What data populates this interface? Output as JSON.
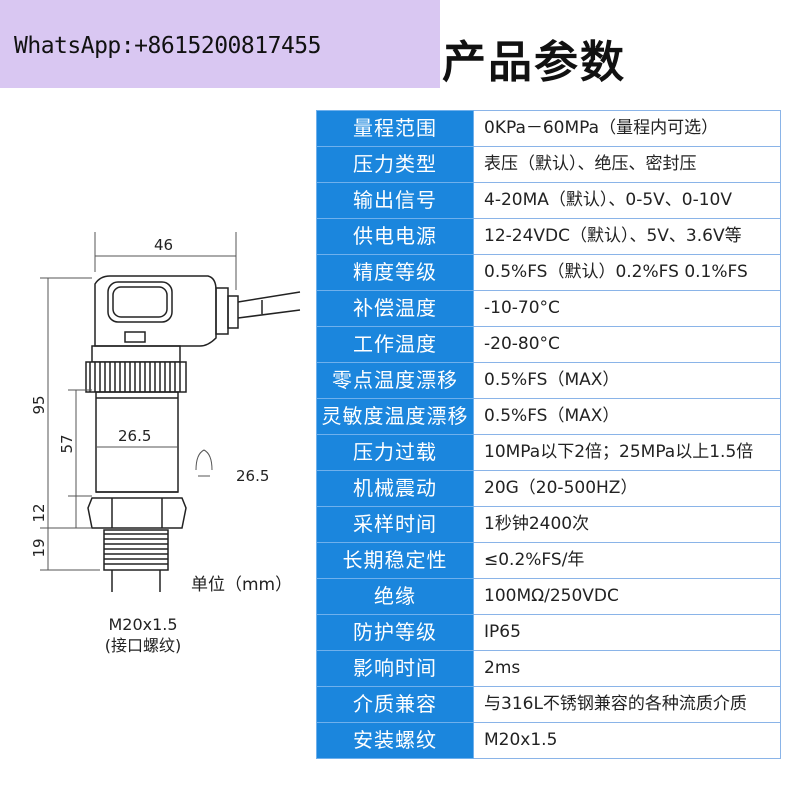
{
  "banner": {
    "text": "WhatsApp:+8615200817455"
  },
  "title": "产品参数",
  "drawing": {
    "dim_width_top": "46",
    "dim_height_total": "95",
    "dim_height_body": "57",
    "dim_diameter_body": "26.5",
    "dim_wrench": "26.5",
    "dim_hex": "12",
    "dim_thread": "19",
    "unit_label": "单位（mm）",
    "thread_size": "M20x1.5",
    "thread_note": "(接口螺纹)"
  },
  "specs": [
    {
      "label": "量程范围",
      "value": "0KPa－60MPa（量程内可选）"
    },
    {
      "label": "压力类型",
      "value": "表压（默认）、绝压、密封压"
    },
    {
      "label": "输出信号",
      "value": "4-20MA（默认）、0-5V、0-10V"
    },
    {
      "label": "供电电源",
      "value": "12-24VDC（默认）、5V、3.6V等"
    },
    {
      "label": "精度等级",
      "value": "0.5%FS（默认）0.2%FS 0.1%FS"
    },
    {
      "label": "补偿温度",
      "value": "-10-70°C"
    },
    {
      "label": "工作温度",
      "value": "-20-80°C"
    },
    {
      "label": "零点温度漂移",
      "value": "0.5%FS（MAX）"
    },
    {
      "label": "灵敏度温度漂移",
      "value": "0.5%FS（MAX）"
    },
    {
      "label": "压力过载",
      "value": "10MPa以下2倍；25MPa以上1.5倍"
    },
    {
      "label": "机械震动",
      "value": "20G（20-500HZ）"
    },
    {
      "label": "采样时间",
      "value": "1秒钟2400次"
    },
    {
      "label": "长期稳定性",
      "value": "≤0.2%FS/年"
    },
    {
      "label": "绝缘",
      "value": "100MΩ/250VDC"
    },
    {
      "label": "防护等级",
      "value": "IP65"
    },
    {
      "label": "影响时间",
      "value": "2ms"
    },
    {
      "label": "介质兼容",
      "value": "与316L不锈钢兼容的各种流质介质"
    },
    {
      "label": "安装螺纹",
      "value": "M20x1.5"
    }
  ],
  "colors": {
    "label_bg": "#1b86dd",
    "banner_bg": "#d9c7f2"
  }
}
